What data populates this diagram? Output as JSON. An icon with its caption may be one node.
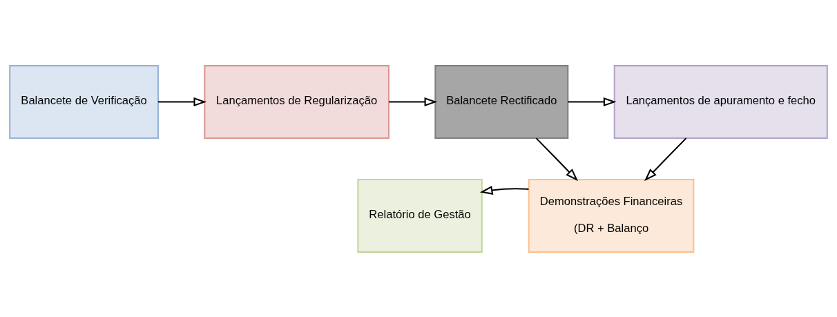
{
  "diagram": {
    "nodes": [
      {
        "text": [
          "Balancete de Verificação"
        ]
      },
      {
        "text": [
          "Lançamentos de Regularização"
        ]
      },
      {
        "text": [
          "Balancete Rectificado"
        ]
      },
      {
        "text": [
          "Lançamentos de apuramento e fecho"
        ]
      },
      {
        "text": [
          "Demonstrações Financeiras",
          "(DR + Balanço"
        ]
      },
      {
        "text": [
          "Relatório de Gestão"
        ]
      }
    ],
    "edges": [
      {
        "from": 0,
        "to": 1,
        "arrow": "to"
      },
      {
        "from": 1,
        "to": 2,
        "arrow": "to"
      },
      {
        "from": 2,
        "to": 3,
        "arrow": "to"
      },
      {
        "from": 2,
        "to": 4,
        "arrow": "to"
      },
      {
        "from": 3,
        "to": 4,
        "arrow": "to"
      },
      {
        "from": 4,
        "to": 5,
        "arrow": "to"
      }
    ]
  }
}
